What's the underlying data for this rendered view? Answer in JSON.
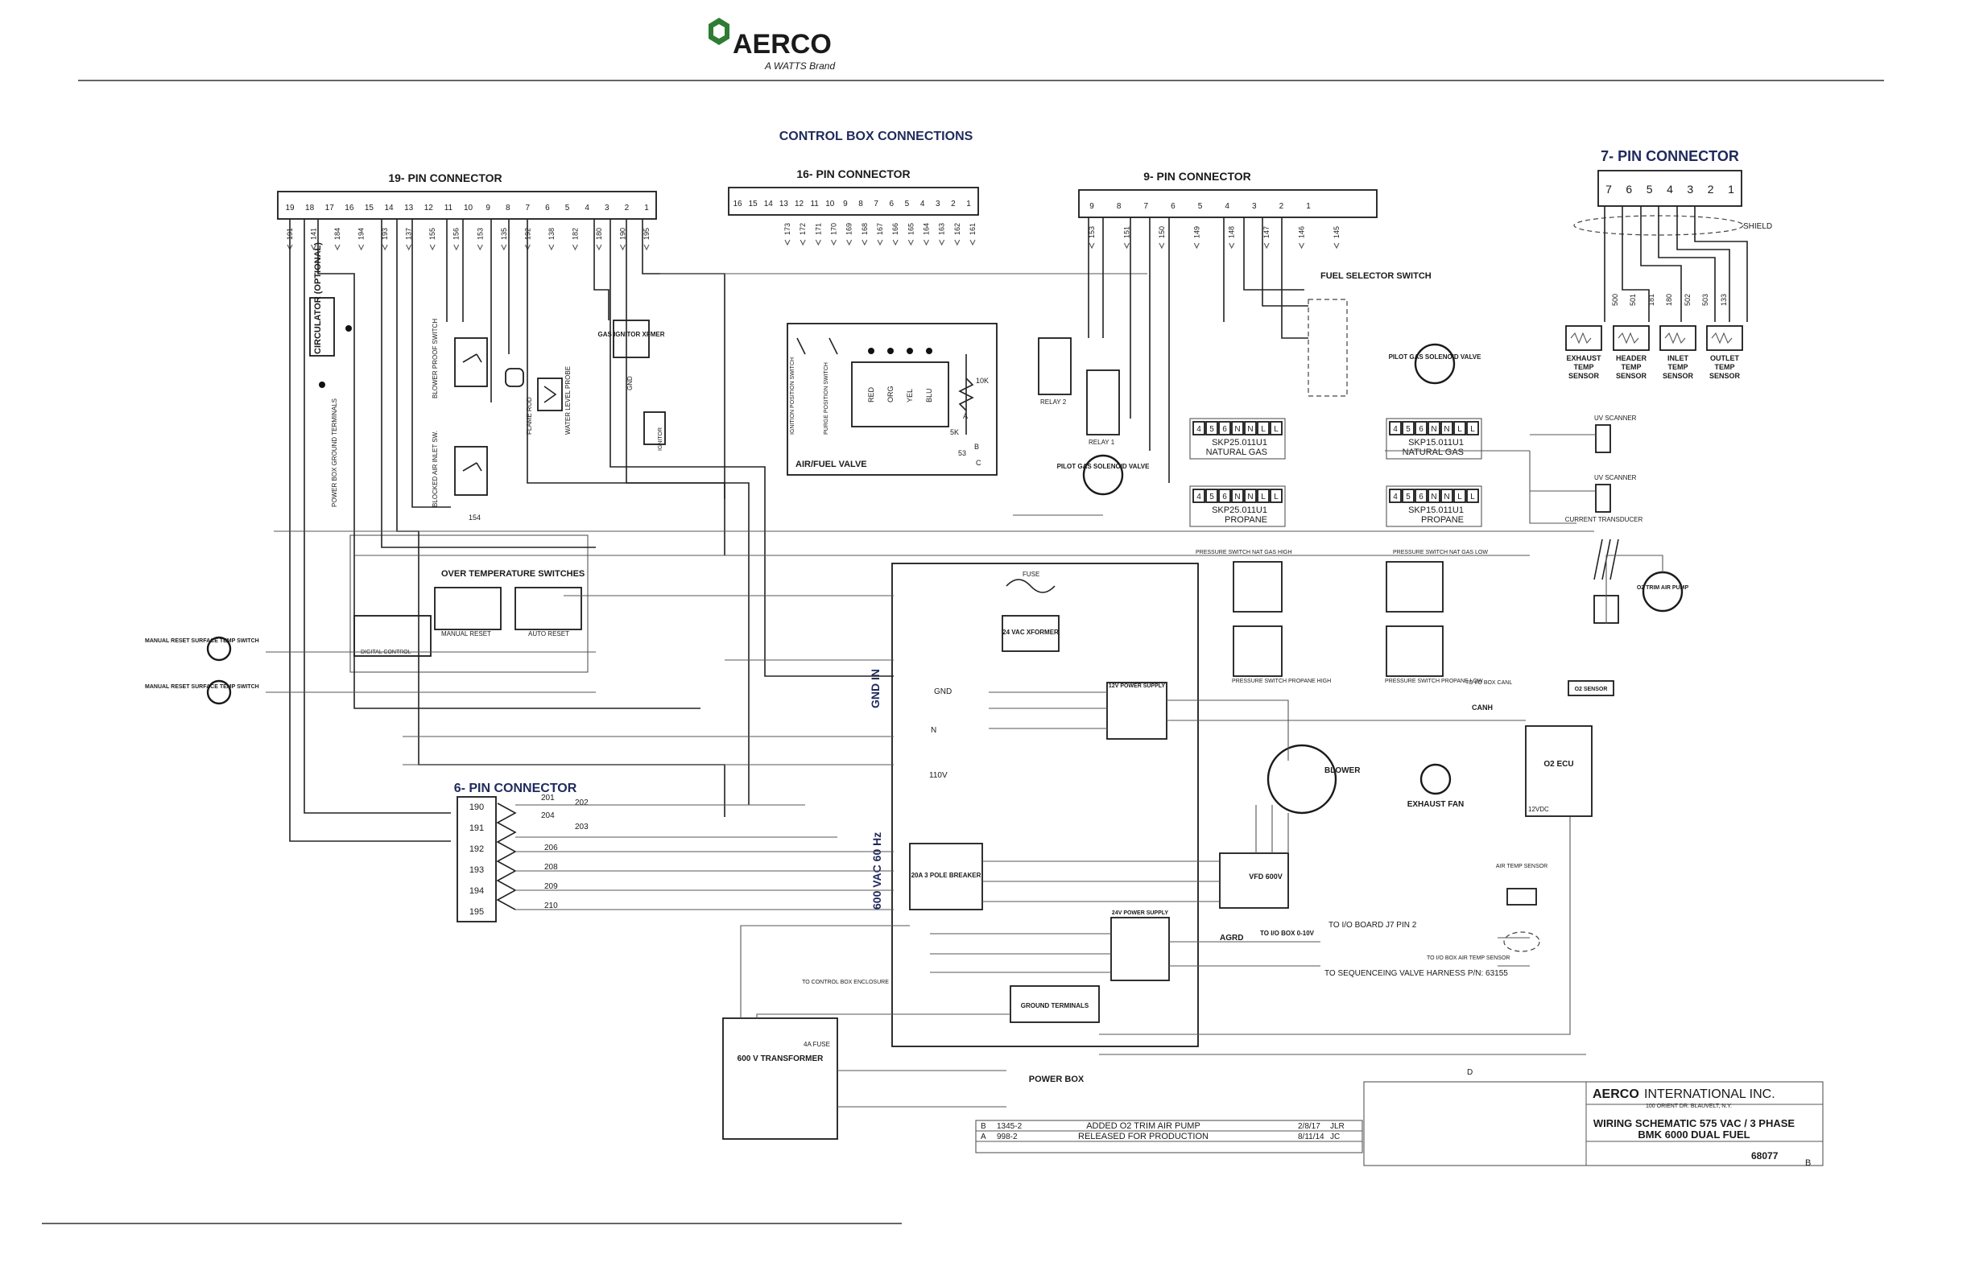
{
  "logo": {
    "brand": "AERCO",
    "tagline": "A WATTS Brand"
  },
  "title": "CONTROL BOX CONNECTIONS",
  "connectors": {
    "c19": {
      "label": "19- PIN CONNECTOR",
      "pins": [
        "19",
        "18",
        "17",
        "16",
        "15",
        "14",
        "13",
        "12",
        "11",
        "10",
        "9",
        "8",
        "7",
        "6",
        "5",
        "4",
        "3",
        "2",
        "1"
      ],
      "wires": [
        "191",
        "141",
        "184",
        "194",
        "193",
        "137",
        "155",
        "156",
        "153",
        "135",
        "192",
        "138",
        "182",
        "180",
        "190",
        "195"
      ]
    },
    "c16": {
      "label": "16- PIN CONNECTOR",
      "pins": [
        "16",
        "15",
        "14",
        "13",
        "12",
        "11",
        "10",
        "9",
        "8",
        "7",
        "6",
        "5",
        "4",
        "3",
        "2",
        "1"
      ],
      "wires": [
        "173",
        "172",
        "171",
        "170",
        "169",
        "168",
        "167",
        "166",
        "165",
        "164",
        "163",
        "162",
        "161"
      ]
    },
    "c9": {
      "label": "9- PIN CONNECTOR",
      "pins": [
        "9",
        "8",
        "7",
        "6",
        "5",
        "4",
        "3",
        "2",
        "1"
      ],
      "wires": [
        "153",
        "151",
        "150",
        "149",
        "148",
        "147",
        "146",
        "145"
      ]
    },
    "c7": {
      "label": "7- PIN CONNECTOR",
      "pins": [
        "7",
        "6",
        "5",
        "4",
        "3",
        "2",
        "1"
      ],
      "shield": "SHIELD",
      "wires": [
        "500",
        "501",
        "181",
        "180",
        "502",
        "503",
        "133"
      ]
    },
    "c6": {
      "label": "6- PIN CONNECTOR",
      "pins": [
        "190",
        "191",
        "192",
        "193",
        "194",
        "195"
      ],
      "wires": [
        "201",
        "202",
        "204",
        "203",
        "206",
        "208",
        "209",
        "210"
      ]
    }
  },
  "sensors": [
    "EXHAUST TEMP SENSOR",
    "HEADER TEMP SENSOR",
    "INLET TEMP SENSOR",
    "OUTLET TEMP SENSOR"
  ],
  "components": {
    "circulator": "CIRCULATOR (OPTIONAL)",
    "power_box_ground": "POWER BOX GROUND TERMINALS",
    "blower_proof": "BLOWER PROOF SWITCH",
    "blocked_air": "BLOCKED AIR INLET SW.",
    "flame_rod": "FLAME ROD",
    "water_level": "WATER LEVEL PROBE",
    "gas_ignitor_xfmer": "GAS IGNITOR XFMER",
    "ignitor": "IGNITOR",
    "gnd": "GND",
    "air_fuel_valve": "AIR/FUEL VALVE",
    "ignition_switch": "IGNITION POSITION SWITCH",
    "purge_switch": "PURGE POSITION SWITCH",
    "colors": [
      "RED",
      "ORG",
      "YEL",
      "BLU"
    ],
    "pot": [
      "10K",
      "5K",
      "A",
      "B",
      "C",
      "53"
    ],
    "relay1": "RELAY 1",
    "relay2": "RELAY 2",
    "pilot_gas_valve_1": "PILOT GAS SOLENOID VALVE",
    "pilot_gas_valve_2": "PILOT GAS SOLENOID VALVE",
    "fuel_selector": "FUEL SELECTOR SWITCH",
    "skp": [
      {
        "model": "SKP25.011U1",
        "fuel": "NATURAL GAS"
      },
      {
        "model": "SKP15.011U1",
        "fuel": "NATURAL GAS"
      },
      {
        "model": "SKP25.011U1",
        "fuel": "PROPANE"
      },
      {
        "model": "SKP15.011U1",
        "fuel": "PROPANE"
      }
    ],
    "skp_terms": [
      "4",
      "5",
      "6",
      "N",
      "N",
      "L",
      "L"
    ],
    "uv_scanner": "UV SCANNER",
    "current_transducer": "CURRENT TRANSDUCER",
    "o2_trim_pump": "O2 TRIM AIR PUMP",
    "ps_ng_high": "PRESSURE SWITCH NAT GAS HIGH",
    "ps_ng_low": "PRESSURE SWITCH NAT GAS LOW",
    "ps_pr_high": "PRESSURE SWITCH PROPANE HIGH",
    "ps_pr_low": "PRESSURE SWITCH PROPANE LOW",
    "over_temp": "OVER TEMPERATURE SWITCHES",
    "manual_reset": "MANUAL RESET",
    "auto_reset": "AUTO RESET",
    "digital_control": "DIGITAL CONTROL",
    "manual_reset_surface_1": "MANUAL RESET SURFACE TEMP SWITCH",
    "manual_reset_surface_2": "MANUAL RESET SURFACE TEMP SWITCH",
    "fuse": "FUSE",
    "xformer_24vac": "24 VAC XFORMER",
    "gnd_in": "GND IN",
    "gnd_label": "GND",
    "n_label": "N",
    "v110": "110V",
    "supply_12v": "12V POWER SUPPLY",
    "supply_24v": "24V POWER SUPPLY",
    "breaker": "20A 3 POLE BREAKER",
    "vac600": "600 VAC 60 Hz",
    "ground_terminals": "GROUND TERMINALS",
    "power_box": "POWER BOX",
    "to_control_box": "TO CONTROL BOX ENCLOSURE",
    "transformer": "600 V TRANSFORMER",
    "fuse_4a": "4A FUSE",
    "blower": "BLOWER",
    "exhaust_fan": "EXHAUST FAN",
    "o2_sensor": "O2 SENSOR",
    "o2_ecu": "O2 ECU",
    "vfd": "VFD 600V",
    "agrd": "AGRD",
    "to_io_box_010v": "TO I/O BOX 0-10V",
    "to_io_board": "TO I/O BOARD J7 PIN 2",
    "to_sequencing": "TO SEQUENCEING VALVE HARNESS P/N: 63155",
    "to_io_air_temp": "TO I/O BOX AIR TEMP SENSOR",
    "to_io_canl": "TO I/O BOX CANL",
    "canh": "CANH",
    "air_temp_sensor": "AIR TEMP SENSOR",
    "v12dc": "12VDC"
  },
  "title_block": {
    "company": "INTERNATIONAL INC.",
    "address": "100 ORIENT DR. BLAUVELT, N.Y.",
    "drawing_title": "WIRING SCHEMATIC 575 VAC / 3 PHASE",
    "drawing_subtitle": "BMK 6000 DUAL FUEL",
    "drawing_no": "68077",
    "size": "D",
    "rev": "B",
    "revisions": [
      {
        "rev": "B",
        "ecn": "1345-2",
        "desc": "ADDED O2 TRIM AIR PUMP",
        "date": "2/8/17",
        "by": "JLR"
      },
      {
        "rev": "A",
        "ecn": "998-2",
        "desc": "RELEASED FOR PRODUCTION",
        "date": "8/11/14",
        "by": "JC"
      }
    ]
  }
}
